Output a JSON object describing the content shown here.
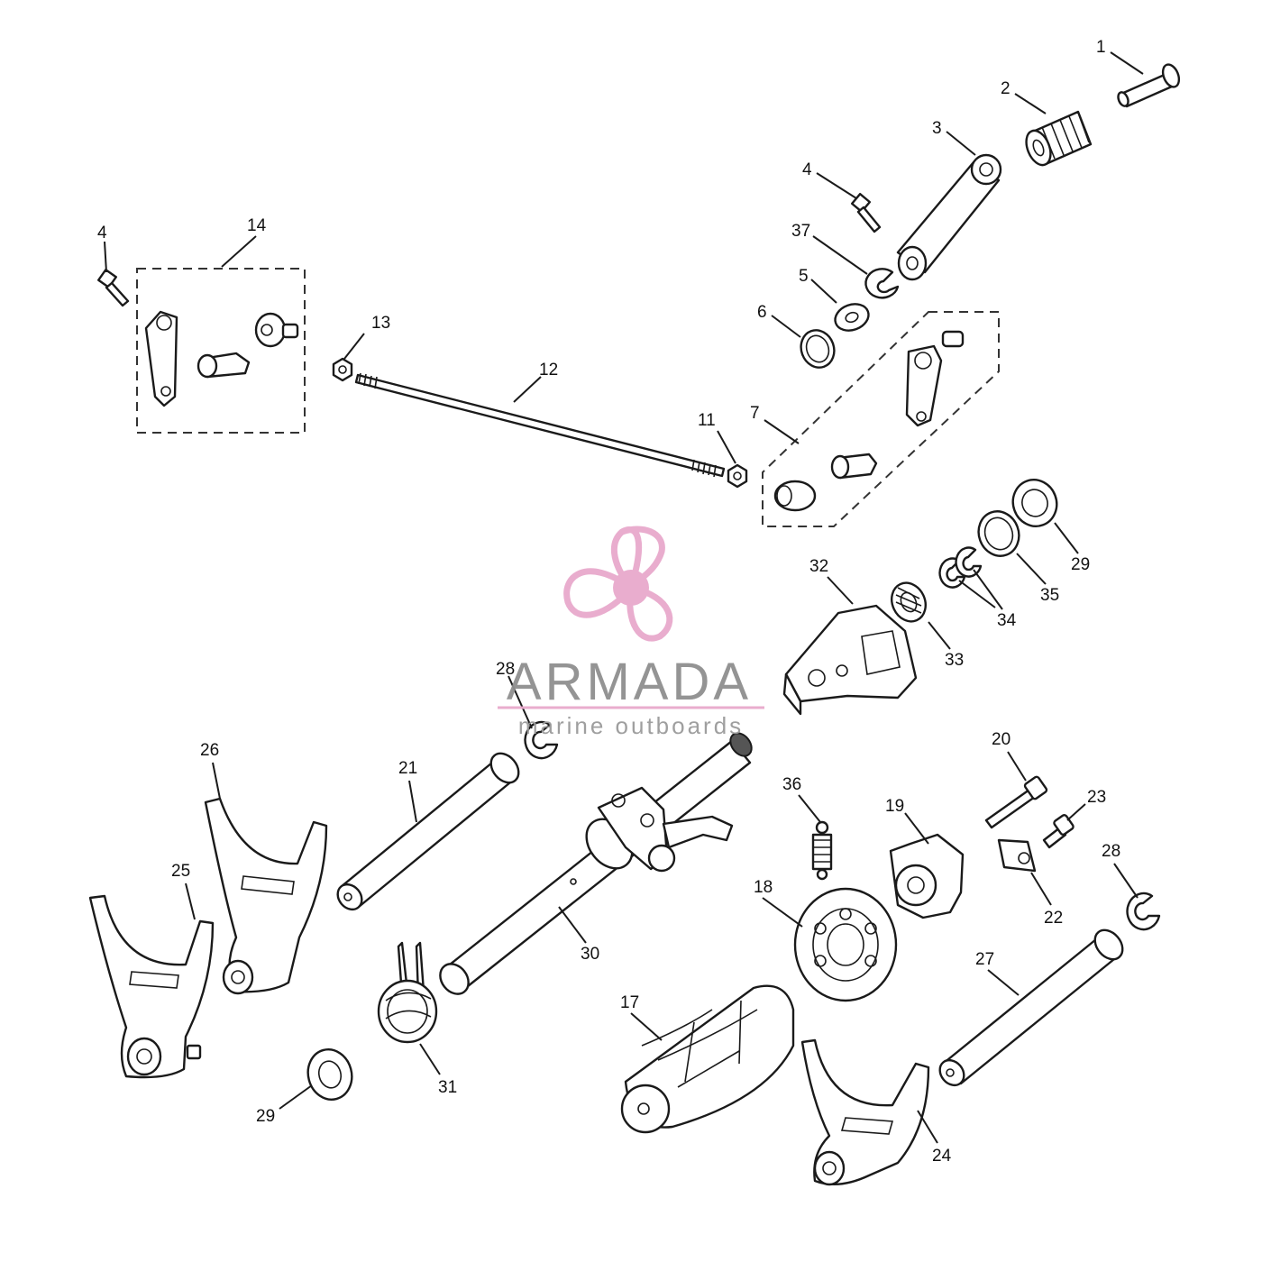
{
  "callouts": [
    {
      "id": "1",
      "text": "1"
    },
    {
      "id": "2",
      "text": "2"
    },
    {
      "id": "3",
      "text": "3"
    },
    {
      "id": "4a",
      "text": "4"
    },
    {
      "id": "4b",
      "text": "4"
    },
    {
      "id": "5",
      "text": "5"
    },
    {
      "id": "6",
      "text": "6"
    },
    {
      "id": "7",
      "text": "7"
    },
    {
      "id": "11",
      "text": "11"
    },
    {
      "id": "12",
      "text": "12"
    },
    {
      "id": "13",
      "text": "13"
    },
    {
      "id": "14",
      "text": "14"
    },
    {
      "id": "17",
      "text": "17"
    },
    {
      "id": "18",
      "text": "18"
    },
    {
      "id": "19",
      "text": "19"
    },
    {
      "id": "20",
      "text": "20"
    },
    {
      "id": "21",
      "text": "21"
    },
    {
      "id": "22",
      "text": "22"
    },
    {
      "id": "23",
      "text": "23"
    },
    {
      "id": "24",
      "text": "24"
    },
    {
      "id": "25",
      "text": "25"
    },
    {
      "id": "26",
      "text": "26"
    },
    {
      "id": "27",
      "text": "27"
    },
    {
      "id": "28a",
      "text": "28"
    },
    {
      "id": "28b",
      "text": "28"
    },
    {
      "id": "29a",
      "text": "29"
    },
    {
      "id": "29b",
      "text": "29"
    },
    {
      "id": "30",
      "text": "30"
    },
    {
      "id": "31",
      "text": "31"
    },
    {
      "id": "32",
      "text": "32"
    },
    {
      "id": "33",
      "text": "33"
    },
    {
      "id": "34",
      "text": "34"
    },
    {
      "id": "35",
      "text": "35"
    },
    {
      "id": "36",
      "text": "36"
    },
    {
      "id": "37",
      "text": "37"
    }
  ],
  "watermark": {
    "name": "ARMADA",
    "tagline": "marine outboards",
    "accent_color": "#e8a9cc",
    "text_color": "#8f8f8f"
  }
}
